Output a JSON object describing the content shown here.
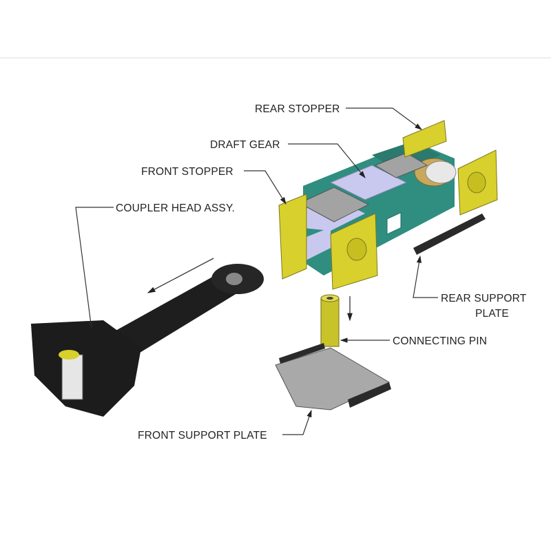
{
  "diagram": {
    "labels": {
      "rear_stopper": "REAR STOPPER",
      "draft_gear": "DRAFT GEAR",
      "front_stopper": "FRONT STOPPER",
      "coupler_head": "COUPLER HEAD ASSY.",
      "rear_support_plate_line1": "REAR SUPPORT",
      "rear_support_plate_line2": "PLATE",
      "connecting_pin": "CONNECTING PIN",
      "front_support_plate": "FRONT SUPPORT PLATE"
    },
    "colors": {
      "stopper_yellow": "#d8d02c",
      "housing_teal": "#2f8e80",
      "draft_gear_lavender": "#c9c9ef",
      "plate_gray": "#a3a3a3",
      "coupler_black": "#1e1e1e"
    }
  }
}
